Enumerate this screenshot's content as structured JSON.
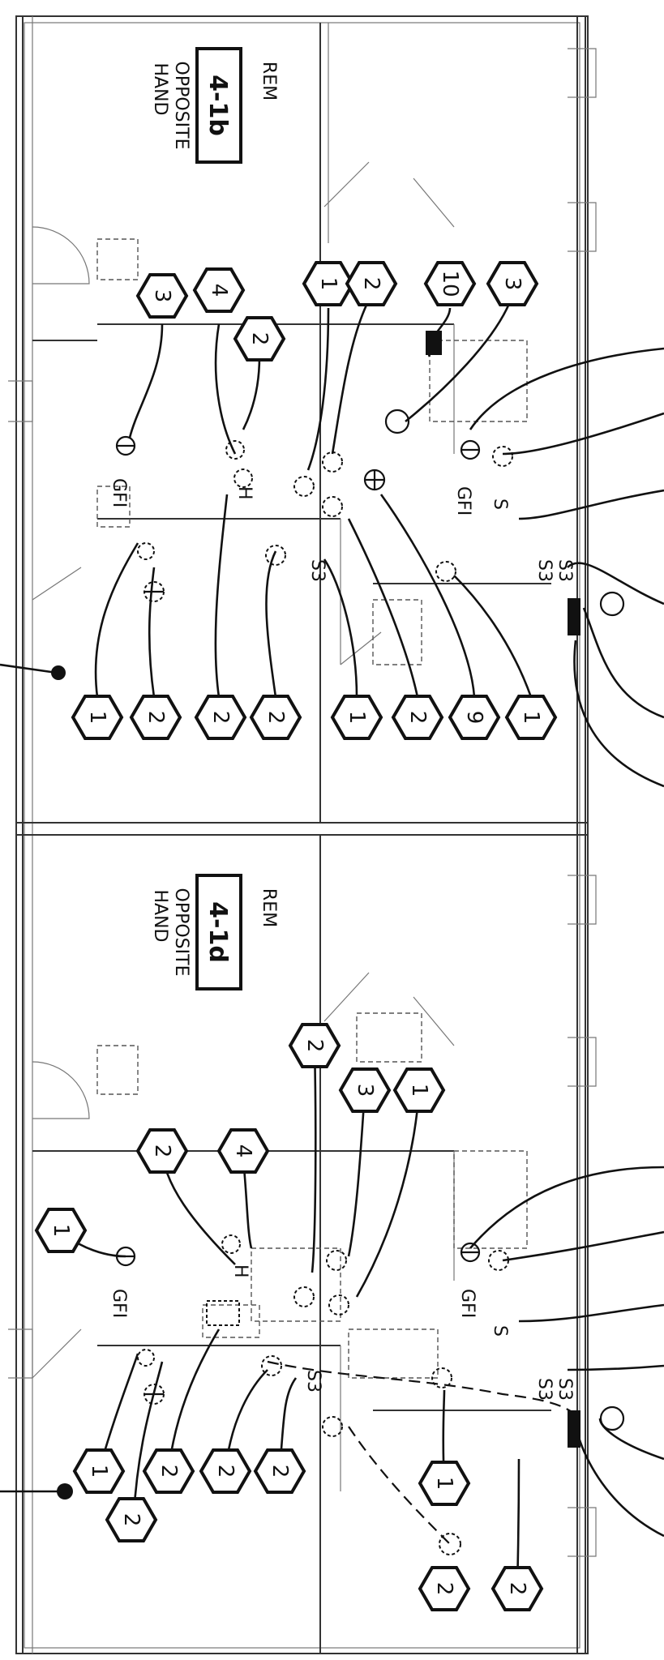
{
  "units": [
    {
      "id": "upper",
      "label": "REM",
      "tag": "4-1b",
      "note1": "OPPOSITE",
      "note2": "HAND",
      "callouts": [
        "3",
        "4",
        "2",
        "1",
        "2",
        "10",
        "3",
        "1",
        "2",
        "2",
        "2",
        "1",
        "2",
        "9",
        "1"
      ],
      "symbols": [
        "GFI",
        "GFI",
        "S3",
        "S3",
        "S3",
        "H",
        "S"
      ]
    },
    {
      "id": "lower",
      "label": "REM",
      "tag": "4-1d",
      "note1": "OPPOSITE",
      "note2": "HAND",
      "callouts": [
        "1",
        "2",
        "2",
        "4",
        "2",
        "3",
        "1",
        "2",
        "2",
        "2",
        "1",
        "1",
        "2",
        "2"
      ],
      "symbols": [
        "GFI",
        "GFI",
        "S3",
        "S3",
        "S3",
        "H",
        "S"
      ]
    }
  ]
}
